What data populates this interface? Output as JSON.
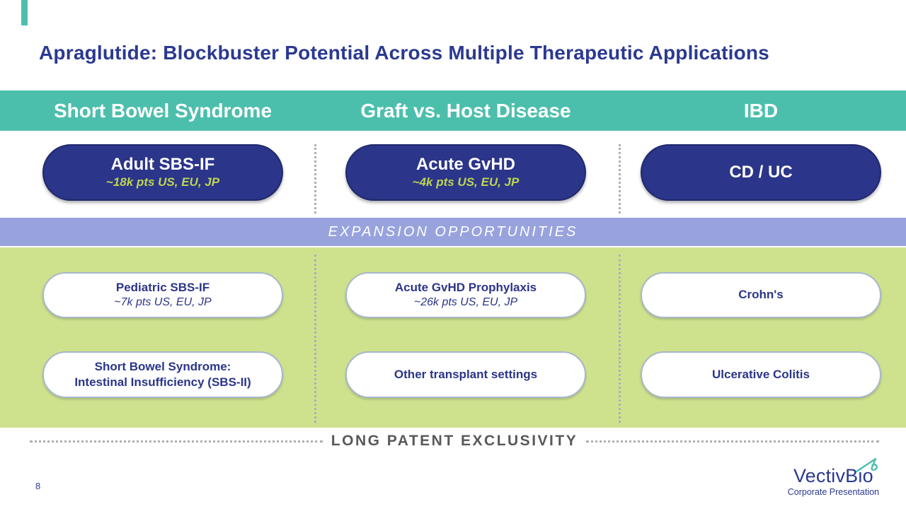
{
  "slide": {
    "page_number": "8",
    "title": "Apraglutide: Blockbuster Potential Across Multiple Therapeutic Applications",
    "expansion_band_label": "EXPANSION OPPORTUNITIES",
    "footer_label": "LONG PATENT EXCLUSIVITY",
    "columns": [
      {
        "header": "Short Bowel Syndrome",
        "lead_pill": {
          "title": "Adult SBS-IF",
          "subtitle": "~18k pts US, EU, JP"
        },
        "pills": [
          {
            "line1": "Pediatric SBS-IF",
            "line2": "~7k pts US, EU, JP"
          },
          {
            "line1": "Short Bowel Syndrome:",
            "line2": "Intestinal Insufficiency (SBS-II)"
          }
        ]
      },
      {
        "header": "Graft vs. Host Disease",
        "lead_pill": {
          "title": "Acute GvHD",
          "subtitle": "~4k pts US, EU, JP"
        },
        "pills": [
          {
            "line1": "Acute GvHD Prophylaxis",
            "line2": "~26k pts US, EU, JP"
          },
          {
            "line1": "Other transplant settings"
          }
        ]
      },
      {
        "header": "IBD",
        "lead_pill": {
          "title": "CD / UC"
        },
        "pills": [
          {
            "line1": "Crohn's"
          },
          {
            "line1": "Ulcerative Colitis"
          }
        ]
      }
    ],
    "logo": {
      "name": "VectivBio",
      "tagline": "Corporate Presentation"
    }
  },
  "colors": {
    "navy": "#2B3589",
    "title_navy": "#2B3990",
    "teal": "#4CBFAC",
    "periwinkle": "#98A3DE",
    "light_green": "#CEE28E",
    "accent_text_green": "#BDD652",
    "footer_gray": "#58595B",
    "pill_border_gray": "#A9B7CC"
  }
}
